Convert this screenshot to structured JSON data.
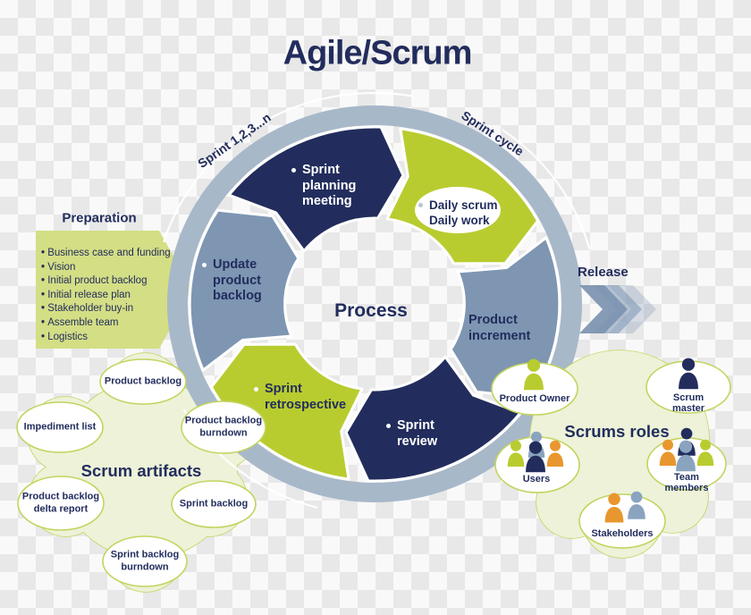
{
  "title": "Agile/Scrum",
  "labels": {
    "sprint_range": "Sprint 1,2,3...n",
    "sprint_cycle": "Sprint cycle",
    "process": "Process",
    "release": "Release"
  },
  "preparation": {
    "title": "Preparation",
    "items": [
      "Business case and funding",
      "Vision",
      "Initial product backlog",
      "Initial release plan",
      "Stakeholder buy-in",
      "Assemble team",
      "Logistics"
    ]
  },
  "segments": [
    {
      "id": "sprint-planning-meeting",
      "lines": [
        "Sprint",
        "planning",
        "meeting"
      ]
    },
    {
      "id": "daily-scrum",
      "lines": [
        "Daily scrum",
        "Daily work"
      ]
    },
    {
      "id": "product-increment",
      "lines": [
        "Product",
        "increment"
      ]
    },
    {
      "id": "sprint-review",
      "lines": [
        "Sprint",
        "review"
      ]
    },
    {
      "id": "sprint-retrospective",
      "lines": [
        "Sprint",
        "retrospective"
      ]
    },
    {
      "id": "update-product-backlog",
      "lines": [
        "Update",
        "product",
        "backlog"
      ]
    }
  ],
  "artifacts": {
    "title": "Scrum artifacts",
    "items": [
      {
        "lines": [
          "Product backlog"
        ]
      },
      {
        "lines": [
          "Impediment list"
        ]
      },
      {
        "lines": [
          "Product backlog",
          "burndown"
        ]
      },
      {
        "lines": [
          "Product backlog",
          "delta report"
        ]
      },
      {
        "lines": [
          "Sprint backlog"
        ]
      },
      {
        "lines": [
          "Sprint backlog",
          "burndown"
        ]
      }
    ]
  },
  "roles": {
    "title": "Scrums roles",
    "items": [
      {
        "label": "Product Owner"
      },
      {
        "label": "Scrum master"
      },
      {
        "label": "Users"
      },
      {
        "label": "Team members"
      },
      {
        "label": "Stakeholders"
      }
    ]
  },
  "colors": {
    "navy": "#222d5d",
    "green": "#b9cc2f",
    "bluegray": "#7e96b2",
    "ring": "#a7b8c9",
    "palegreen": "#edf2d8",
    "cloudborder": "#c2d45f",
    "prep_green": "#d4de85",
    "orange": "#e8972e",
    "personblue": "#8aa4bf",
    "white": "#ffffff",
    "dot_light": "#b9c6d2"
  }
}
